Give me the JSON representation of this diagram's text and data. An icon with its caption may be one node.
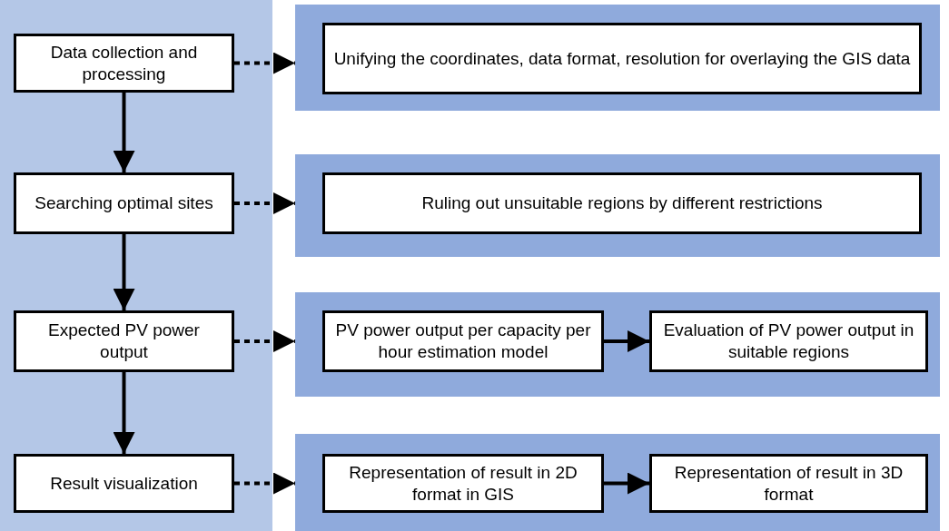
{
  "diagram": {
    "nodes": [
      {
        "text": [],
        "shape": "box"
      },
      {
        "text": [
          "Data collection and processing"
        ],
        "in": 0
      },
      {
        "text": [],
        "shape": "band"
      },
      {
        "text": [
          "Unifying the coordinates, data format, resolution for overlaying the GIS data"
        ],
        "in": 2
      },
      {
        "text": [
          "Searching optimal sites"
        ],
        "in": 0
      },
      {
        "text": [],
        "shape": "band"
      },
      {
        "text": [
          "Ruling out unsuitable regions by different restrictions"
        ],
        "in": 5
      },
      {
        "text": [
          "Expected PV power output"
        ],
        "in": 0
      },
      {
        "text": [],
        "shape": "band"
      },
      {
        "text": [
          "PV power output per capacity per hour estimation model"
        ],
        "in": 8
      },
      {
        "text": [
          "Evaluation of PV power output in suitable regions"
        ],
        "in": 8
      },
      {
        "text": [
          "Result visualization"
        ],
        "in": 0
      },
      {
        "text": [],
        "shape": "band"
      },
      {
        "text": [
          "Representation of result in 2D format in GIS"
        ],
        "in": 12
      },
      {
        "text": [
          "Representation of result in 3D format"
        ],
        "in": 12
      }
    ],
    "edges": [
      {
        "from": 1,
        "to": 4,
        "arrow": "to"
      },
      {
        "from": 4,
        "to": 7,
        "arrow": "to"
      },
      {
        "from": 7,
        "to": 11,
        "arrow": "to"
      },
      {
        "from": 1,
        "to": 2,
        "arrow": "to",
        "style": "dashed"
      },
      {
        "from": 4,
        "to": 5,
        "arrow": "to",
        "style": "dashed"
      },
      {
        "from": 7,
        "to": 8,
        "arrow": "to",
        "style": "dashed"
      },
      {
        "from": 11,
        "to": 12,
        "arrow": "to",
        "style": "dashed"
      },
      {
        "from": 9,
        "to": 10,
        "arrow": "to"
      },
      {
        "from": 13,
        "to": 14,
        "arrow": "to"
      }
    ]
  }
}
